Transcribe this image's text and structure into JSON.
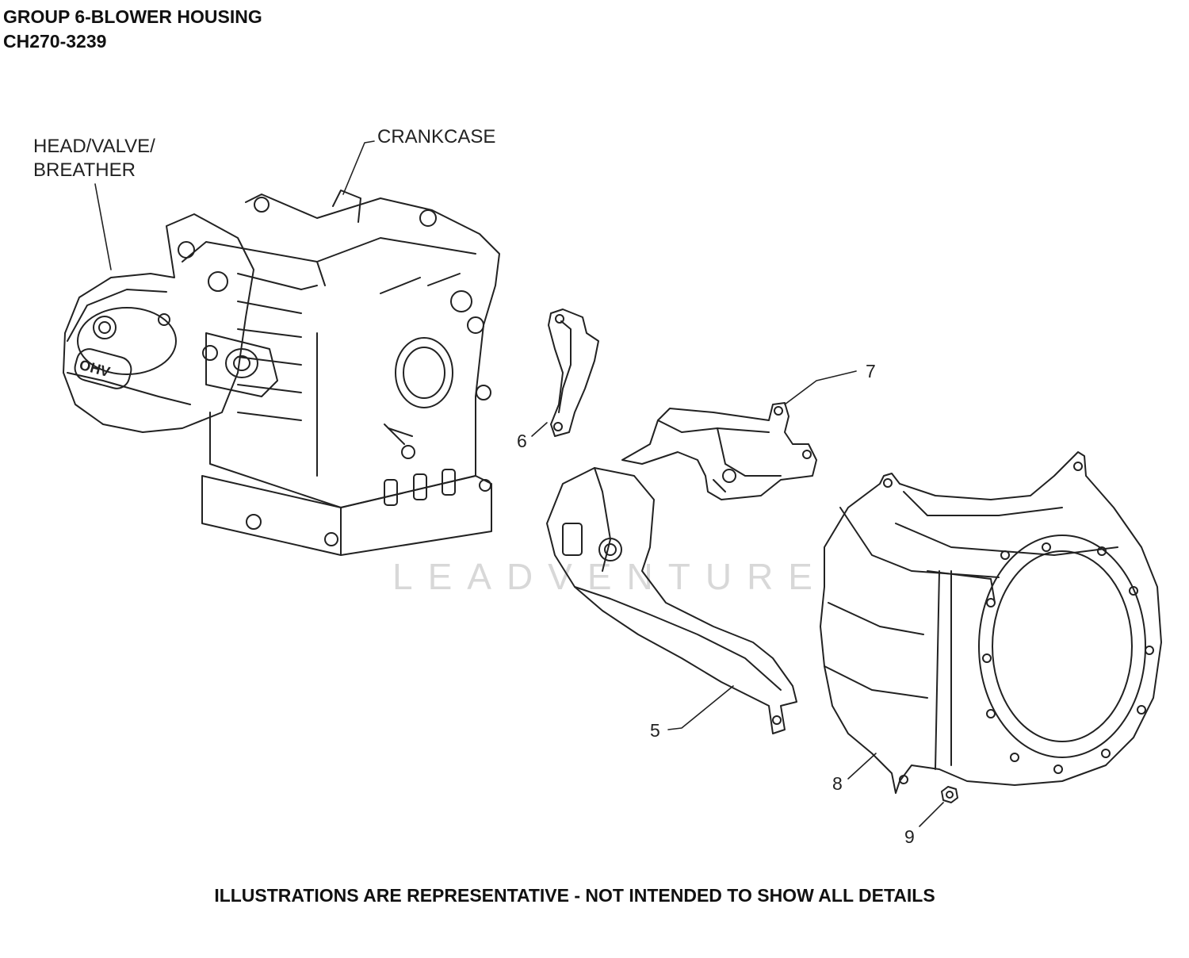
{
  "header": {
    "title": "GROUP 6-BLOWER HOUSING",
    "model": "CH270-3239"
  },
  "labels": {
    "head_line1": "HEAD/VALVE/",
    "head_line2": "BREATHER",
    "crankcase": "CRANKCASE",
    "valve_cover_text": "OHV"
  },
  "callouts": [
    "5",
    "6",
    "7",
    "8",
    "9"
  ],
  "watermark": "LEADVENTURE",
  "footer": "ILLUSTRATIONS ARE REPRESENTATIVE - NOT INTENDED TO SHOW ALL DETAILS",
  "colors": {
    "line": "#222222",
    "watermark": "#d8d8d8"
  }
}
